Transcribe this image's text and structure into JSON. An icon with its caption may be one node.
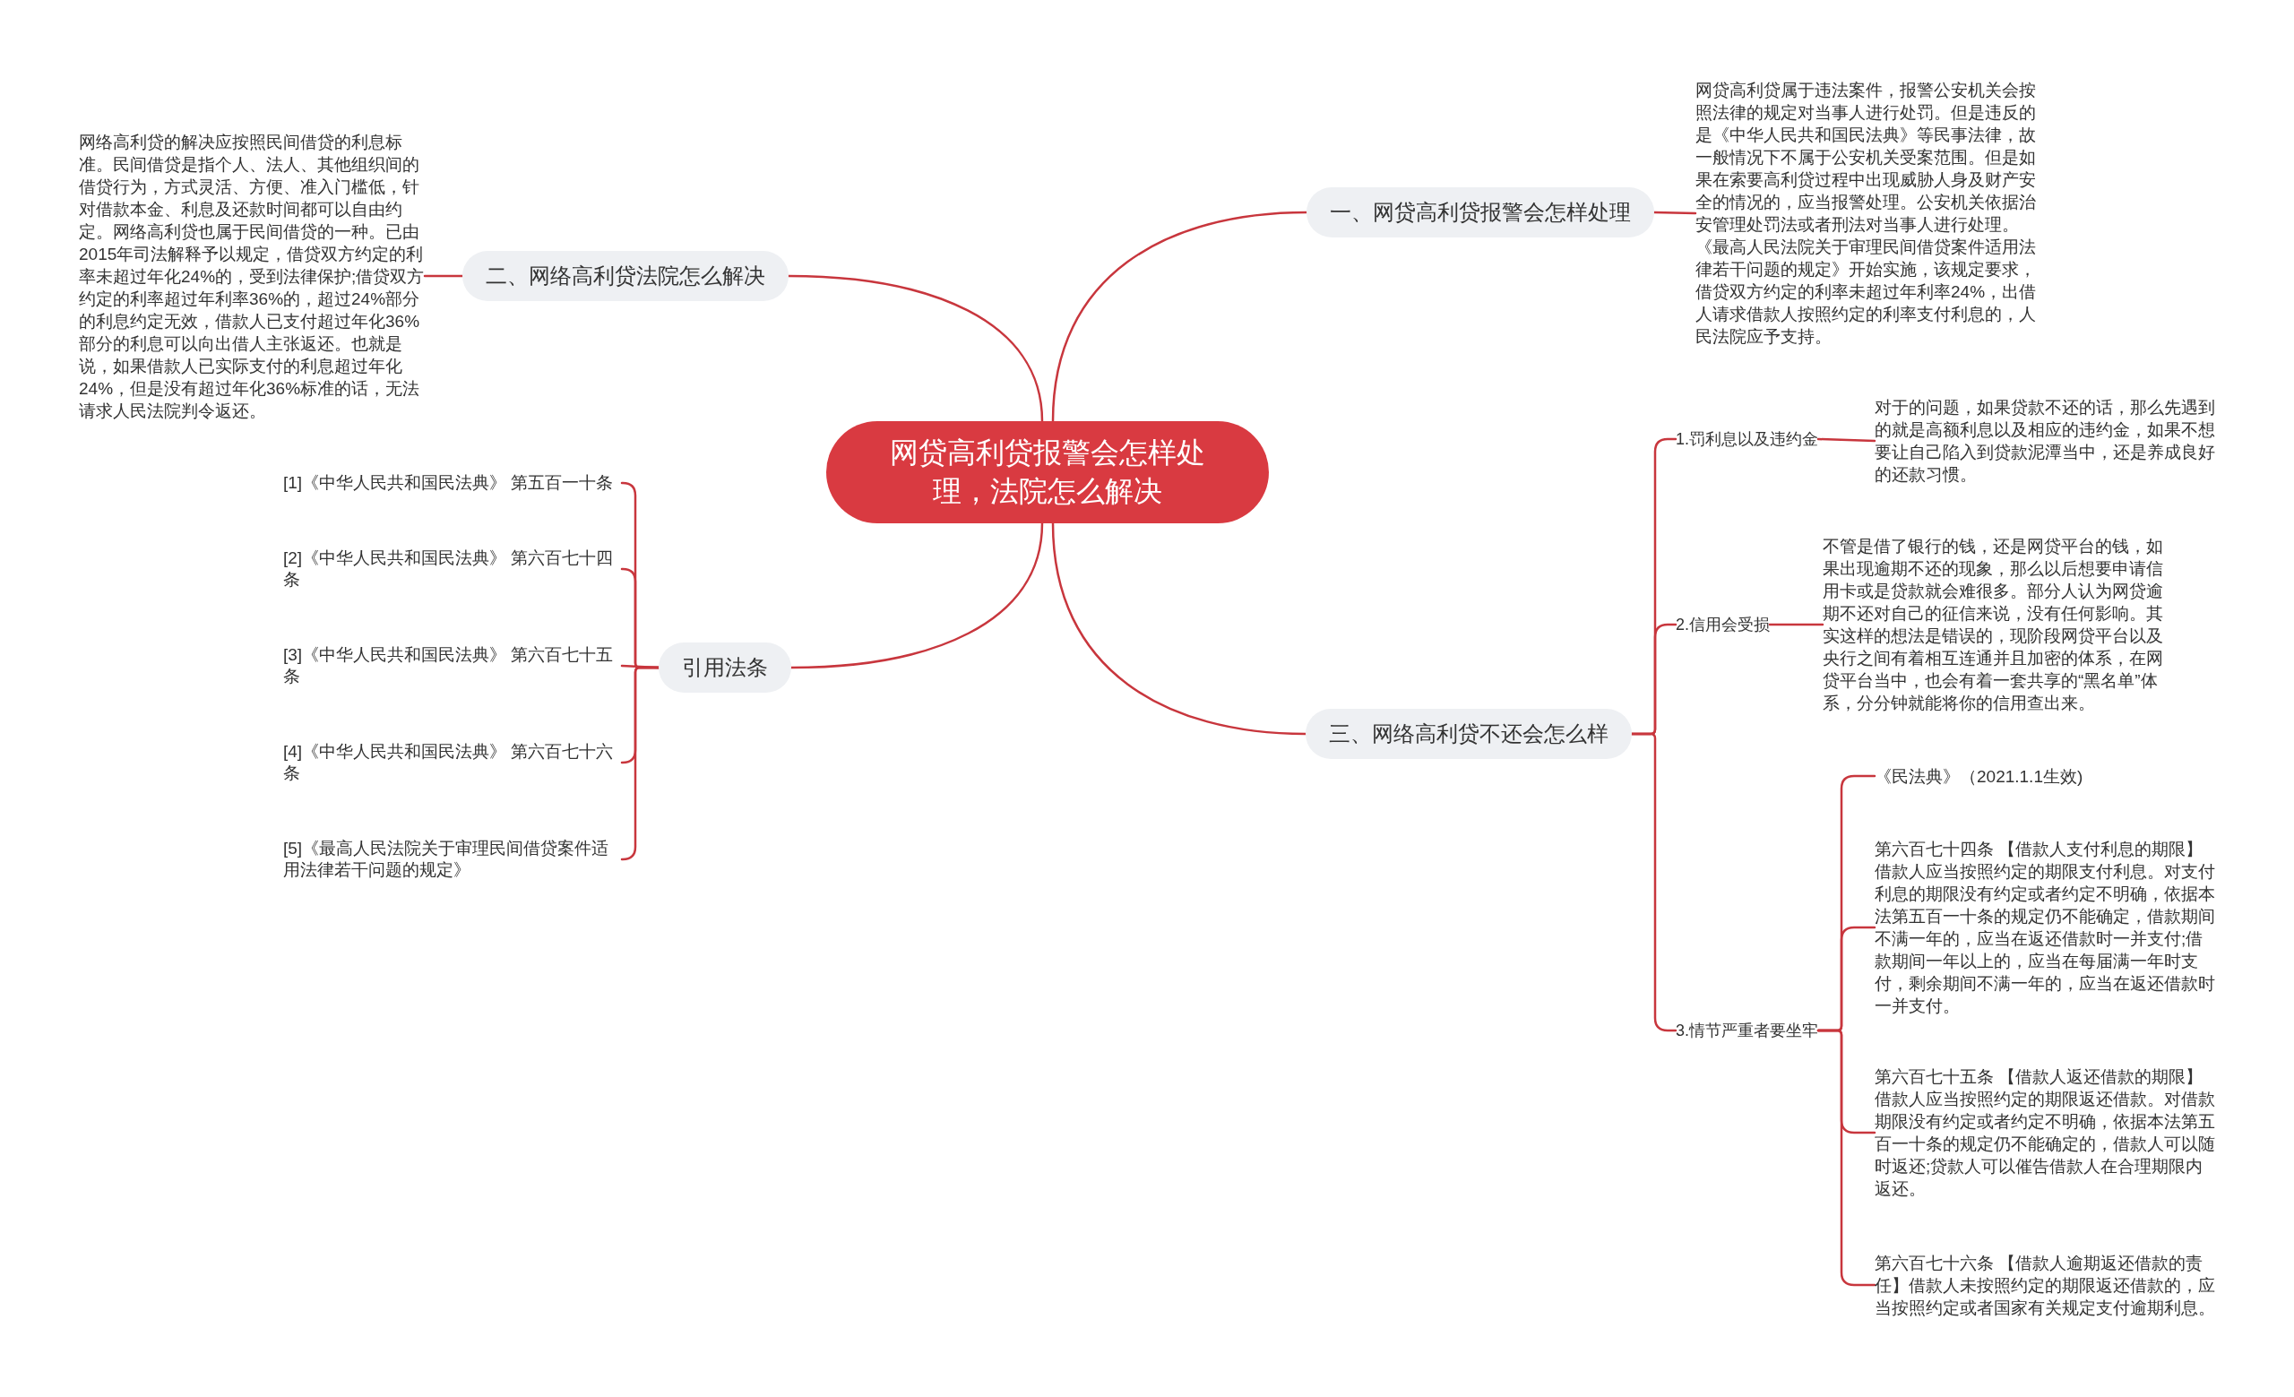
{
  "diagram": {
    "nodes": [
      {
        "text": [
          "网贷高利贷报警会怎样处理，法院怎么解决"
        ]
      },
      {
        "text": [
          "一、网贷高利贷报警会怎样处理"
        ]
      },
      {
        "text": [
          "网贷高利贷属于违法案件，报警公安机关会按照法律的规定对当事人进行处罚。但是违反的是《中华人民共和国民法典》等民事法律，故一般情况下不属于公安机关受案范围。但是如果在索要高利贷过程中出现威胁人身及财产安全的情况的，应当报警处理。公安机关依据治安管理处罚法或者刑法对当事人进行处理。《最高人民法院关于审理民间借贷案件适用法律若干问题的规定》开始实施，该规定要求，借贷双方约定的利率未超过年利率24%，出借人请求借款人按照约定的利率支付利息的，人民法院应予支持。"
        ]
      },
      {
        "text": [
          "二、网络高利贷法院怎么解决"
        ]
      },
      {
        "text": [
          "网络高利贷的解决应按照民间借贷的利息标准。民间借贷是指个人、法人、其他组织间的借贷行为，方式灵活、方便、准入门槛低，针对借款本金、利息及还款时间都可以自由约定。网络高利贷也属于民间借贷的一种。已由2015年司法解释予以规定，借贷双方约定的利率未超过年化24%的，受到法律保护;借贷双方约定的利率超过年利率36%的，超过24%部分的利息约定无效，借款人已支付超过年化36%部分的利息可以向出借人主张返还。也就是说，如果借款人已实际支付的利息超过年化24%，但是没有超过年化36%标准的话，无法请求人民法院判令返还。"
        ]
      },
      {
        "text": [
          "三、网络高利贷不还会怎么样"
        ]
      },
      {
        "text": [
          "1.罚利息以及违约金"
        ]
      },
      {
        "text": [
          "对于的问题，如果贷款不还的话，那么先遇到的就是高额利息以及相应的违约金，如果不想要让自己陷入到贷款泥潭当中，还是养成良好的还款习惯。"
        ]
      },
      {
        "text": [
          "2.信用会受损"
        ]
      },
      {
        "text": [
          "不管是借了银行的钱，还是网贷平台的钱，如果出现逾期不还的现象，那么以后想要申请信用卡或是贷款就会难很多。部分人认为网贷逾期不还对自己的征信来说，没有任何影响。其实这样的想法是错误的，现阶段网贷平台以及央行之间有着相互连通并且加密的体系，在网贷平台当中，也会有着一套共享的“黑名单”体系，分分钟就能将你的信用查出来。"
        ]
      },
      {
        "text": [
          "3.情节严重者要坐牢"
        ]
      },
      {
        "text": [
          "《民法典》（2021.1.1生效)"
        ]
      },
      {
        "text": [
          "第六百七十四条 【借款人支付利息的期限】借款人应当按照约定的期限支付利息。对支付利息的期限没有约定或者约定不明确，依据本法第五百一十条的规定仍不能确定，借款期间不满一年的，应当在返还借款时一并支付;借款期间一年以上的，应当在每届满一年时支付，剩余期间不满一年的，应当在返还借款时一并支付。"
        ]
      },
      {
        "text": [
          "第六百七十五条 【借款人返还借款的期限】借款人应当按照约定的期限返还借款。对借款期限没有约定或者约定不明确，依据本法第五百一十条的规定仍不能确定的，借款人可以随时返还;贷款人可以催告借款人在合理期限内返还。"
        ]
      },
      {
        "text": [
          "第六百七十六条 【借款人逾期返还借款的责任】借款人未按照约定的期限返还借款的，应当按照约定或者国家有关规定支付逾期利息。"
        ]
      },
      {
        "text": [
          "引用法条"
        ]
      },
      {
        "text": [
          "[1]《中华人民共和国民法典》 第五百一十条"
        ]
      },
      {
        "text": [
          "[2]《中华人民共和国民法典》 第六百七十四条"
        ]
      },
      {
        "text": [
          "[3]《中华人民共和国民法典》 第六百七十五条"
        ]
      },
      {
        "text": [
          "[4]《中华人民共和国民法典》 第六百七十六条"
        ]
      },
      {
        "text": [
          "[5]《最高人民法院关于审理民间借贷案件适用法律若干问题的规定》"
        ]
      }
    ],
    "edges": [
      {
        "from": 0,
        "to": 1,
        "arrow": "none"
      },
      {
        "from": 1,
        "to": 2,
        "arrow": "none"
      },
      {
        "from": 0,
        "to": 3,
        "arrow": "none"
      },
      {
        "from": 3,
        "to": 4,
        "arrow": "none"
      },
      {
        "from": 0,
        "to": 5,
        "arrow": "none"
      },
      {
        "from": 5,
        "to": 6,
        "arrow": "none"
      },
      {
        "from": 6,
        "to": 7,
        "arrow": "none"
      },
      {
        "from": 5,
        "to": 8,
        "arrow": "none"
      },
      {
        "from": 8,
        "to": 9,
        "arrow": "none"
      },
      {
        "from": 5,
        "to": 10,
        "arrow": "none"
      },
      {
        "from": 10,
        "to": 11,
        "arrow": "none"
      },
      {
        "from": 10,
        "to": 12,
        "arrow": "none"
      },
      {
        "from": 10,
        "to": 13,
        "arrow": "none"
      },
      {
        "from": 10,
        "to": 14,
        "arrow": "none"
      },
      {
        "from": 0,
        "to": 15,
        "arrow": "none"
      },
      {
        "from": 15,
        "to": 16,
        "arrow": "none"
      },
      {
        "from": 15,
        "to": 17,
        "arrow": "none"
      },
      {
        "from": 15,
        "to": 18,
        "arrow": "none"
      },
      {
        "from": 15,
        "to": 19,
        "arrow": "none"
      },
      {
        "from": 15,
        "to": 20,
        "arrow": "none"
      }
    ]
  }
}
